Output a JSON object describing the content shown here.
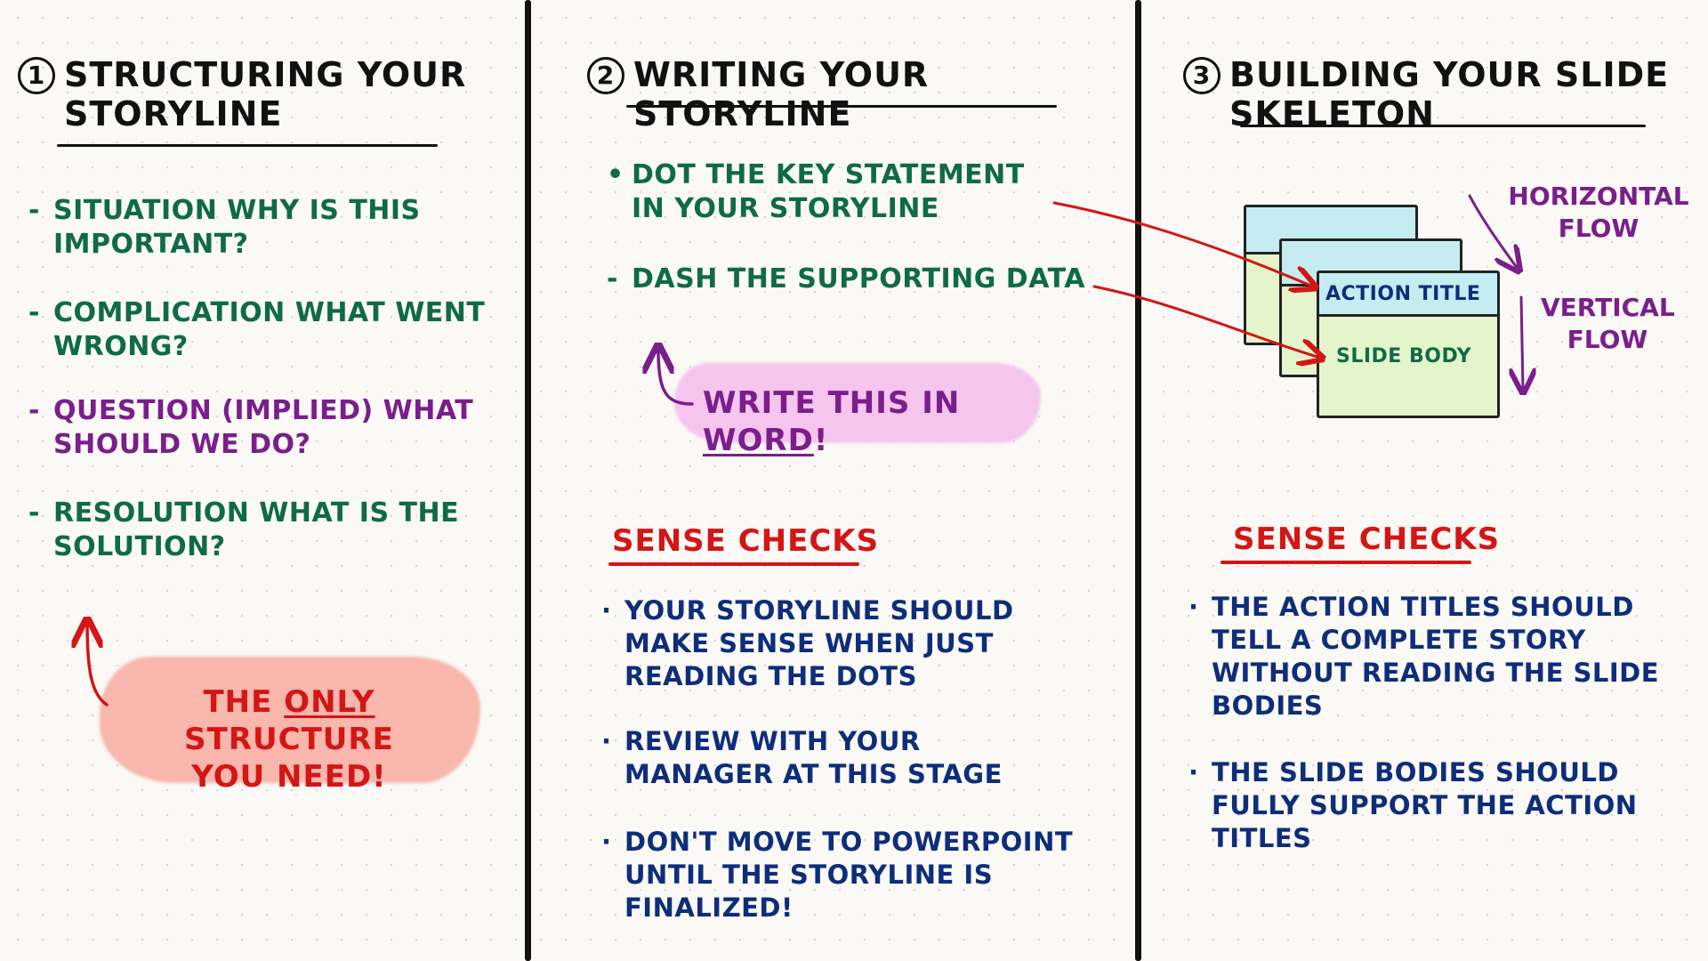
{
  "columns": [
    {
      "number": "1",
      "title": "Structuring your\nstoryline",
      "items": [
        {
          "marker": "-",
          "text": "Situation why is this\nimportant?"
        },
        {
          "marker": "-",
          "text": "Complication what went\nwrong?"
        },
        {
          "marker": "-",
          "text": "Question (implied) what\nshould we do?"
        },
        {
          "marker": "-",
          "text": "Resolution what is the\nsolution?"
        }
      ],
      "callout": {
        "before": "The ",
        "emphasis": "only",
        "after": " structure",
        "line2": "you need!"
      }
    },
    {
      "number": "2",
      "title": "Writing your storyline",
      "items": [
        {
          "marker": "•",
          "text": "Dot the key statement\nin your storyline"
        },
        {
          "marker": "-",
          "text": "Dash the supporting data"
        }
      ],
      "callout": {
        "before": "Write this in ",
        "emphasis": "word",
        "after": "!"
      },
      "sense_checks_title": "Sense checks",
      "sense_checks": [
        "Your storyline should\nmake sense when just\nreading the dots",
        "Review with your\nmanager at this stage",
        "Don't move to powerpoint\nuntil the storyline is\nfinalized!"
      ]
    },
    {
      "number": "3",
      "title": "Building your slide\nskeleton",
      "diagram": {
        "action_title": "Action title",
        "slide_body": "Slide body",
        "horizontal_flow": "Horizontal\nflow",
        "vertical_flow": "Vertical\nflow"
      },
      "sense_checks_title": "Sense checks",
      "sense_checks": [
        "The action titles should\ntell a complete story\nwithout reading the slide\nbodies",
        "The slide bodies should\nfully support the action\ntitles"
      ]
    }
  ],
  "colors": {
    "ink": "#111111",
    "situation": "#0f6b45",
    "complication": "#0f6b45",
    "question": "#7a1e8c",
    "resolution": "#0f6b45",
    "body_text": "#0e2d7a",
    "sense_checks": "#d31616",
    "callout_red_bg": "#f8b6ac",
    "callout_pink_bg": "#f5c5ee",
    "slide_title_fill": "#c4ecf1",
    "slide_body_fill": "#e4f5cc"
  }
}
